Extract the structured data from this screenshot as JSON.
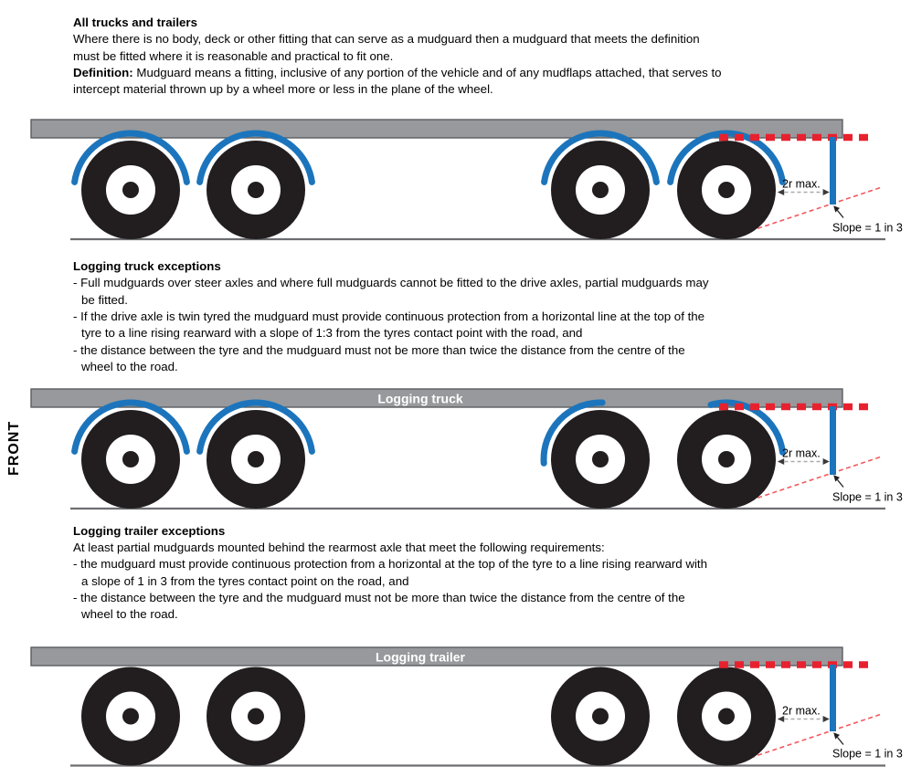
{
  "labels": {
    "front": "FRONT",
    "logging_truck": "Logging truck",
    "logging_trailer": "Logging trailer",
    "two_r_max": "2r max.",
    "slope": "Slope = 1 in 3"
  },
  "colors": {
    "mudguard_blue": "#1c75bc",
    "guide_red": "#e8212e",
    "slope_red": "#f2595f",
    "deck_gray": "#97999c",
    "deck_border": "#5b5d60",
    "deck_white": "#ffffff",
    "wheel_black": "#221e1f",
    "ground_gray": "#6d6e71",
    "measure_gray": "#a9abae",
    "text_black": "#000000"
  },
  "sections": {
    "all_trucks": {
      "title": "All trucks and trailers",
      "lines": [
        "Where there is no body, deck or other fitting that can serve as a mudguard then a mudguard that meets the definition",
        "must be fitted where it is reasonable and practical to fit one."
      ],
      "definition_label": "Definition:",
      "definition_lines": [
        " Mudguard means a fitting, inclusive of any portion of the vehicle and of any mudflaps attached, that serves to",
        "intercept material thrown up by a wheel more or less in the plane of the wheel."
      ]
    },
    "logging_truck": {
      "title": "Logging truck exceptions",
      "lines": [
        "- Full mudguards over steer axles and where full mudguards cannot be fitted to the drive axles, partial mudguards may",
        "be fitted.",
        "- If the drive axle is twin tyred the mudguard must provide continuous protection from a horizontal line at the top of the",
        "tyre to a line rising rearward with a slope of 1:3 from the tyres contact point with the road, and",
        "- the distance between the tyre and the mudguard must not be more than twice the distance from the centre of the",
        "wheel to the road."
      ]
    },
    "logging_trailer": {
      "title": "Logging trailer exceptions",
      "lines": [
        "At least partial mudguards mounted behind the rearmost axle that meet the following requirements:",
        "- the mudguard must provide continuous protection from a horizontal at the top of the tyre to a line rising rearward with",
        "a slope of 1 in 3 from the tyres contact point on the road, and",
        "- the distance between the tyre and the mudguard must not be more than twice the distance from the centre of the",
        "wheel to the road."
      ]
    }
  }
}
